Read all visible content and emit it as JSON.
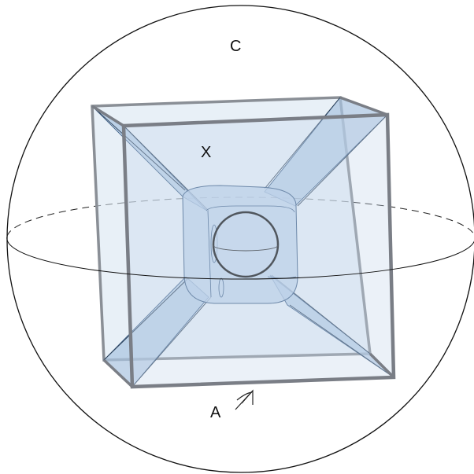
{
  "labels": {
    "outer_sphere": "C",
    "cube_face": "X",
    "arrow": "A"
  },
  "colors": {
    "background": "#ffffff",
    "sphere_stroke": "#111111",
    "cube_fill": "#c6d8ec",
    "cube_edge": "#7a7e86",
    "tube_fill": "#a9c3e0",
    "tube_edge": "#3e5f86"
  }
}
